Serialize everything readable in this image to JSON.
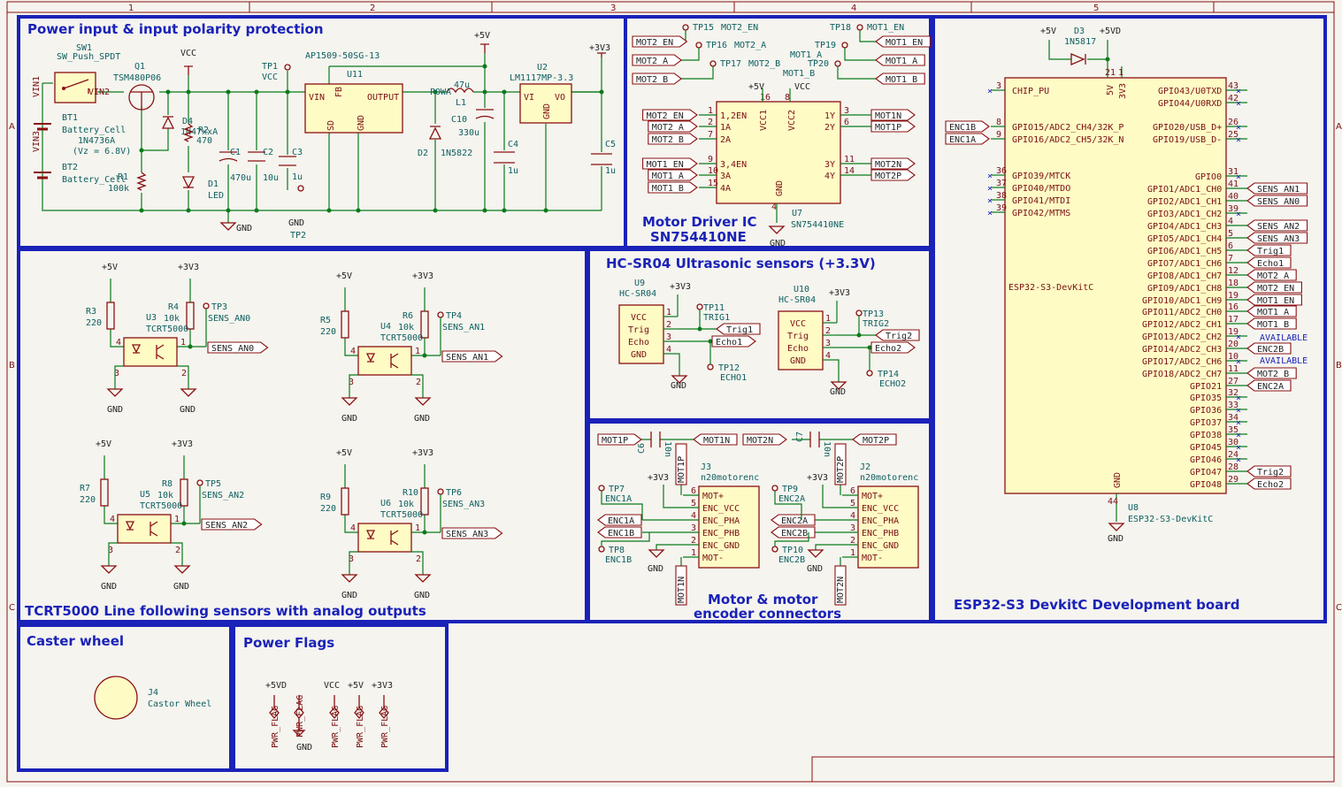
{
  "frame": {
    "columns": [
      "1",
      "2",
      "3",
      "4",
      "5"
    ],
    "rows": [
      "A",
      "B",
      "C"
    ]
  },
  "sections": {
    "power": "Power input & input polarity protection",
    "motor_driver": [
      "Motor Driver IC",
      "SN754410NE"
    ],
    "hcsr04": "HC-SR04 Ultrasonic sensors (+3.3V)",
    "tcrt": "TCRT5000 Line following sensors with analog outputs",
    "motor_conn": [
      "Motor & motor",
      "encoder connectors"
    ],
    "esp": "ESP32-S3 DevkitC Development board",
    "caster": "Caster wheel",
    "flags": "Power Flags"
  },
  "power": {
    "sw1_ref": "SW1",
    "sw1_val": "SW_Push_SPDT",
    "q1_ref": "Q1",
    "q1_val": "TSM480P06",
    "vin1": "VIN1",
    "vin2": "VIN2",
    "vin3": "VIN3",
    "bt1_ref": "BT1",
    "bt1_val": "Battery_Cell",
    "bt2_ref": "BT2",
    "bt2_val": "Battery_Cell",
    "zener_val": "1N4736A",
    "zener_note": "(Vz = 6.8V)",
    "r1_ref": "R1",
    "r1_val": "100k",
    "d4_ref": "D4",
    "d4_val": "1N47xxA",
    "r2_ref": "R2",
    "r2_val": "470",
    "d1_ref": "D1",
    "d1_val": "LED",
    "vcc": "VCC",
    "tp1": "TP1",
    "tp1_net": "VCC",
    "c1_ref": "C1",
    "c1_val": "470u",
    "c2_ref": "C2",
    "c2_val": "10u",
    "c3_ref": "C3",
    "c3_val": "1u",
    "u11_part": "AP1509-50SG-13",
    "u11_ref": "U11",
    "u11_vin": "VIN",
    "u11_fb": "FB",
    "u11_output": "OUTPUT",
    "u11_sd": "SD",
    "u11_gnd": "GND",
    "powa": "POWA",
    "l1_ref": "L1",
    "l1_val": "47u",
    "c10_ref": "C10",
    "c10_val": "330u",
    "d2_ref": "D2",
    "d2_val": "1N5822",
    "plus5v": "+5V",
    "plus3v3": "+3V3",
    "u2_ref": "U2",
    "u2_val": "LM1117MP-3.3",
    "u2_vi": "VI",
    "u2_vo": "VO",
    "u2_gnd": "GND",
    "c4_ref": "C4",
    "c4_val": "1u",
    "c5_ref": "C5",
    "c5_val": "1u",
    "gnd": "GND",
    "tp2": "TP2"
  },
  "motor_driver": {
    "tp15": "TP15",
    "tp15_net": "MOT2_EN",
    "tp16": "TP16",
    "tp16_net": "MOT2_A",
    "tp17": "TP17",
    "tp17_net": "MOT2_B",
    "tp18": "TP18",
    "tp18_net": "MOT1_EN",
    "tp19": "TP19",
    "tp19_net": "MOT1_A",
    "tp20": "TP20",
    "tp20_net": "MOT1_B",
    "nets_left": [
      "MOT2_EN",
      "MOT2_A",
      "MOT2_B"
    ],
    "nets_right": [
      "MOT1_EN",
      "MOT1_A",
      "MOT1_B"
    ],
    "in_left": [
      "MOT2_EN",
      "MOT2_A",
      "MOT2_B",
      "MOT1_EN",
      "MOT1_A",
      "MOT1_B"
    ],
    "pins_left": [
      "1,2EN",
      "1A",
      "2A",
      "3,4EN",
      "3A",
      "4A"
    ],
    "pinnums_left": [
      "1",
      "2",
      "7",
      "9",
      "10",
      "15"
    ],
    "pins_right": [
      "1Y",
      "2Y",
      "3Y",
      "4Y"
    ],
    "pinnums_right": [
      "3",
      "6",
      "11",
      "14"
    ],
    "out_right": [
      "MOT1N",
      "MOT1P",
      "MOT2N",
      "MOT2P"
    ],
    "vcc1": "VCC1",
    "vcc2": "VCC2",
    "gnd_pin": "GND",
    "vcc1_num": "16",
    "vcc2_num": "8",
    "gnd_num": "4",
    "plus5v": "+5V",
    "vcc": "VCC",
    "gnd": "GND",
    "u7_ref": "U7",
    "u7_val": "SN754410NE"
  },
  "esp": {
    "plus5v": "+5V",
    "plus5vd": "+5VD",
    "d3_ref": "D3",
    "d3_val": "1N5817",
    "pin5v": "5V",
    "pin3v3": "3V3",
    "pin21": "21",
    "pin1": "1",
    "left_pins": [
      {
        "num": "3",
        "name": "CHIP_PU",
        "net": ""
      },
      {
        "num": "8",
        "name": "GPIO15/ADC2_CH4/32K_P",
        "net": "ENC1B"
      },
      {
        "num": "9",
        "name": "GPIO16/ADC2_CH5/32K_N",
        "net": "ENC1A"
      },
      {
        "num": "36",
        "name": "GPIO39/MTCK",
        "net": ""
      },
      {
        "num": "37",
        "name": "GPIO40/MTDO",
        "net": ""
      },
      {
        "num": "38",
        "name": "GPIO41/MTDI",
        "net": ""
      },
      {
        "num": "39",
        "name": "GPIO42/MTMS",
        "net": ""
      }
    ],
    "right_pins": [
      {
        "num": "43",
        "name": "GPIO43/U0TXD",
        "net": ""
      },
      {
        "num": "42",
        "name": "GPIO44/U0RXD",
        "net": ""
      },
      {
        "num": "26",
        "name": "GPIO20/USB_D+",
        "net": ""
      },
      {
        "num": "25",
        "name": "GPIO19/USB_D-",
        "net": ""
      },
      {
        "num": "31",
        "name": "GPIO0",
        "net": ""
      },
      {
        "num": "41",
        "name": "GPIO1/ADC1_CH0",
        "net": "SENS_AN1"
      },
      {
        "num": "40",
        "name": "GPIO2/ADC1_CH1",
        "net": "SENS_AN0"
      },
      {
        "num": "39",
        "name": "GPIO3/ADC1_CH2",
        "net": ""
      },
      {
        "num": "4",
        "name": "GPIO4/ADC1_CH3",
        "net": "SENS_AN2"
      },
      {
        "num": "5",
        "name": "GPIO5/ADC1_CH4",
        "net": "SENS_AN3"
      },
      {
        "num": "6",
        "name": "GPIO6/ADC1_CH5",
        "net": "Trig1"
      },
      {
        "num": "7",
        "name": "GPIO7/ADC1_CH6",
        "net": "Echo1"
      },
      {
        "num": "12",
        "name": "GPIO8/ADC1_CH7",
        "net": "MOT2_A"
      },
      {
        "num": "18",
        "name": "GPIO9/ADC1_CH8",
        "net": "MOT2_EN"
      },
      {
        "num": "19",
        "name": "GPIO10/ADC1_CH9",
        "net": "MOT1_EN"
      },
      {
        "num": "16",
        "name": "GPIO11/ADC2_CH0",
        "net": "MOT1_A"
      },
      {
        "num": "17",
        "name": "GPIO12/ADC2_CH1",
        "net": "MOT1_B"
      },
      {
        "num": "19",
        "name": "GPIO13/ADC2_CH2",
        "net": ""
      },
      {
        "num": "20",
        "name": "GPIO14/ADC2_CH3",
        "net": "ENC2B"
      },
      {
        "num": "10",
        "name": "GPIO17/ADC2_CH6",
        "net": ""
      },
      {
        "num": "11",
        "name": "GPIO18/ADC2_CH7",
        "net": "MOT2_B"
      },
      {
        "num": "27",
        "name": "GPIO21",
        "net": "ENC2A"
      },
      {
        "num": "32",
        "name": "GPIO35",
        "net": ""
      },
      {
        "num": "33",
        "name": "GPIO36",
        "net": ""
      },
      {
        "num": "34",
        "name": "GPIO37",
        "net": ""
      },
      {
        "num": "35",
        "name": "GPIO38",
        "net": ""
      },
      {
        "num": "30",
        "name": "GPIO45",
        "net": ""
      },
      {
        "num": "24",
        "name": "GPIO46",
        "net": ""
      },
      {
        "num": "28",
        "name": "GPIO47",
        "net": "Trig2"
      },
      {
        "num": "29",
        "name": "GPIO48",
        "net": "Echo2"
      }
    ],
    "available1": "AVAILABLE",
    "available2": "AVAILABLE",
    "mid_label": "ESP32-S3-DevKitC",
    "gnd_pin": "GND",
    "gnd_num": "44",
    "gnd": "GND",
    "u8_ref": "U8",
    "u8_val": "ESP32-S3-DevKitC"
  },
  "tcrt": [
    {
      "rl_ref": "R3",
      "rl_val": "220",
      "rr_ref": "R4",
      "rr_val": "10k",
      "u_ref": "U3",
      "u_val": "TCRT5000",
      "tp": "TP3",
      "net": "SENS_AN0",
      "vl": "+5V",
      "vr": "+3V3"
    },
    {
      "rl_ref": "R5",
      "rl_val": "220",
      "rr_ref": "R6",
      "rr_val": "10k",
      "u_ref": "U4",
      "u_val": "TCRT5000",
      "tp": "TP4",
      "net": "SENS_AN1",
      "vl": "+5V",
      "vr": "+3V3"
    },
    {
      "rl_ref": "R7",
      "rl_val": "220",
      "rr_ref": "R8",
      "rr_val": "10k",
      "u_ref": "U5",
      "u_val": "TCRT5000",
      "tp": "TP5",
      "net": "SENS_AN2",
      "vl": "+5V",
      "vr": "+3V3"
    },
    {
      "rl_ref": "R9",
      "rl_val": "220",
      "rr_ref": "R10",
      "rr_val": "10k",
      "u_ref": "U6",
      "u_val": "TCRT5000",
      "tp": "TP6",
      "net": "SENS_AN3",
      "vl": "+5V",
      "vr": "+3V3"
    }
  ],
  "tcrt_gnd": "GND",
  "hcsr04": [
    {
      "u_ref": "U9",
      "u_val": "HC-SR04",
      "v": "+3V3",
      "tp_trig": "TP11",
      "trig_net": "TRIG1",
      "tp_echo": "TP12",
      "echo_net": "ECHO1",
      "out_trig": "Trig1",
      "out_echo": "Echo1"
    },
    {
      "u_ref": "U10",
      "u_val": "HC-SR04",
      "v": "+3V3",
      "tp_trig": "TP13",
      "trig_net": "TRIG2",
      "tp_echo": "TP14",
      "echo_net": "ECHO2",
      "out_trig": "Trig2",
      "out_echo": "Echo2"
    }
  ],
  "hcsr04_pins": [
    "VCC",
    "Trig",
    "Echo",
    "GND"
  ],
  "hcsr04_gnd": "GND",
  "motor_conn": {
    "c6_ref": "C6",
    "c6_val": "10n",
    "c7_ref": "C7",
    "c7_val": "10n",
    "c6_left": "MOT1P",
    "c6_right": "MOT1N",
    "c7_left": "MOT2N",
    "c7_right": "MOT2P",
    "conn_pins": [
      "MOT+",
      "ENC_VCC",
      "ENC_PHA",
      "ENC_PHB",
      "ENC_GND",
      "MOT-"
    ],
    "conn_nums": [
      "6",
      "5",
      "4",
      "3",
      "2",
      "1"
    ],
    "j3_ref": "J3",
    "j3_val": "n20motorenc",
    "j2_ref": "J2",
    "j2_val": "n20motorenc",
    "plus3v3": "+3V3",
    "gnd": "GND",
    "tp7": "TP7",
    "tp7_net": "ENC1A",
    "tp8": "TP8",
    "tp8_net": "ENC1B",
    "tp9": "TP9",
    "tp9_net": "ENC2A",
    "tp10": "TP10",
    "tp10_net": "ENC2B",
    "j3_a": "ENC1A",
    "j3_b": "ENC1B",
    "j2_a": "ENC2A",
    "j2_b": "ENC2B",
    "j3_top": "MOT1P",
    "j3_bot": "MOT1N",
    "j2_top": "MOT2P",
    "j2_bot": "MOT2N"
  },
  "caster": {
    "ref": "J4",
    "val": "Castor Wheel"
  },
  "flags": {
    "nets": [
      "+5VD",
      "VCC",
      "+5V",
      "+3V3"
    ],
    "flag": "PWR_FLAG",
    "gnd": "GND"
  }
}
